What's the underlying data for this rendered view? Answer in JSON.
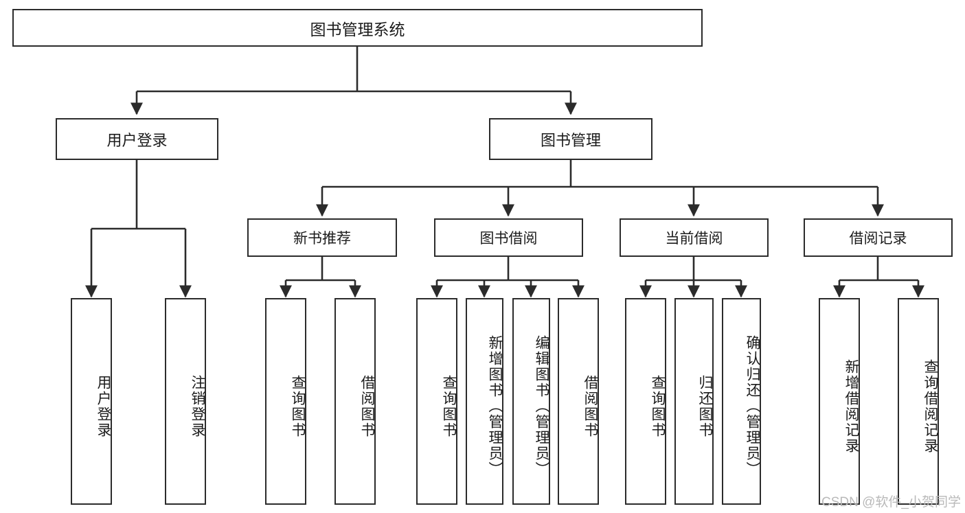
{
  "diagram": {
    "type": "tree-hierarchy",
    "title": "图书管理系统",
    "orientation": "top-down",
    "colors": {
      "background": "#ffffff",
      "node_border": "#2b2b2b",
      "node_fill": "#ffffff",
      "edge": "#2b2b2b",
      "text": "#1b1b1b",
      "watermark": "#b9b9b9"
    }
  },
  "root": {
    "label": "图书管理系统"
  },
  "level1": [
    {
      "label": "用户登录"
    },
    {
      "label": "图书管理"
    }
  ],
  "level2": [
    {
      "label": "新书推荐"
    },
    {
      "label": "图书借阅"
    },
    {
      "label": "当前借阅"
    },
    {
      "label": "借阅记录"
    }
  ],
  "leaves": {
    "user_login": [
      {
        "label": "用户登录"
      },
      {
        "label": "注销登录"
      }
    ],
    "new_book_recommend": [
      {
        "label": "查询图书"
      },
      {
        "label": "借阅图书"
      }
    ],
    "book_borrow": [
      {
        "label": "查询图书"
      },
      {
        "label": "新增图书（管理员）"
      },
      {
        "label": "编辑图书（管理员）"
      },
      {
        "label": "借阅图书"
      }
    ],
    "current_borrow": [
      {
        "label": "查询图书"
      },
      {
        "label": "归还图书"
      },
      {
        "label": "确认归还（管理员）"
      }
    ],
    "borrow_record": [
      {
        "label": "新增借阅记录"
      },
      {
        "label": "查询借阅记录"
      }
    ]
  },
  "watermark": {
    "text": "CSDN @软件_小贺同学"
  }
}
